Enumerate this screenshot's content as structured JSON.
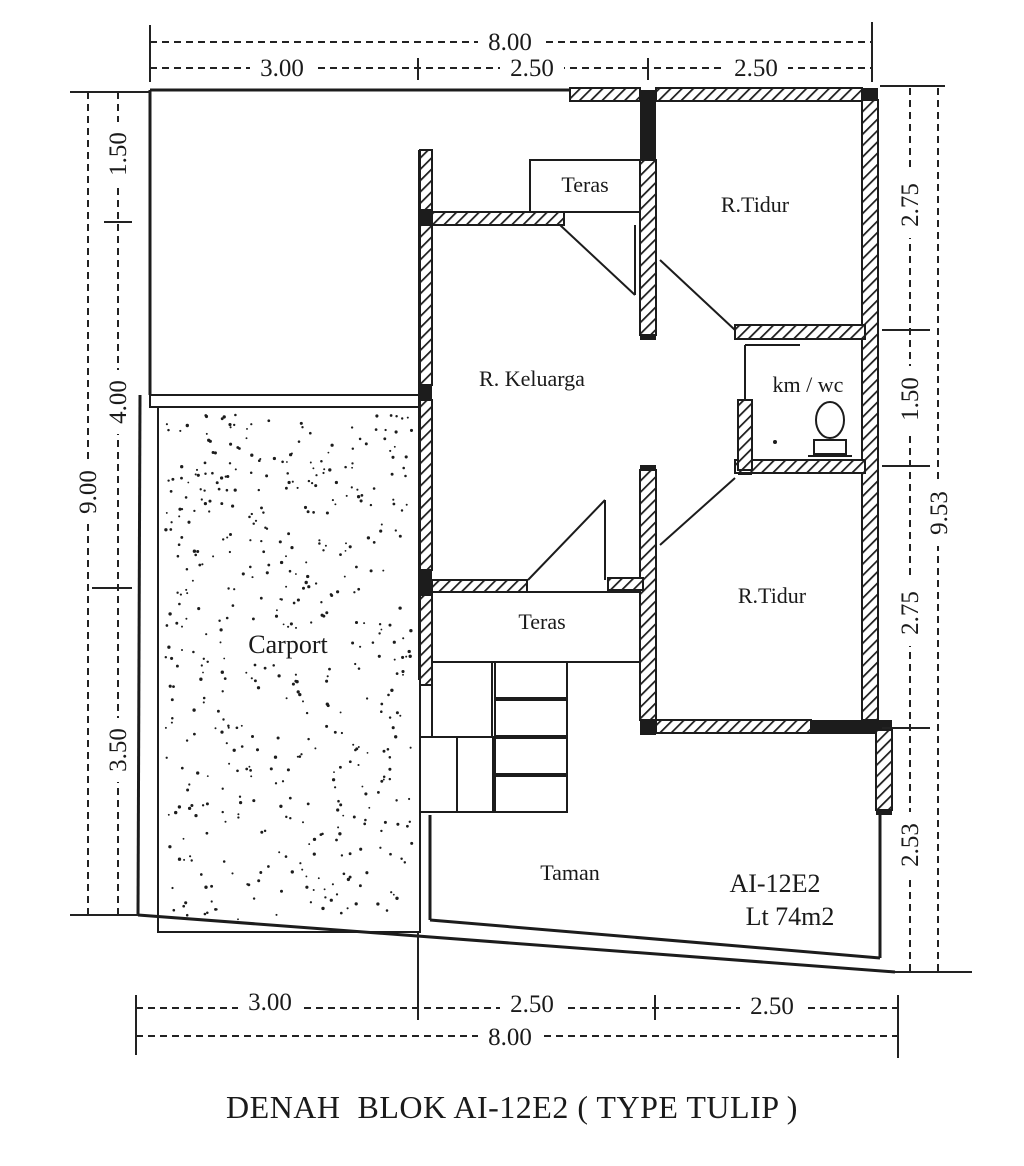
{
  "title": "DENAH  BLOK AI-12E2 ( TYPE TULIP )",
  "block_code": "AI-12E2",
  "land_area": "Lt 74m2",
  "rooms": {
    "teras_top": "Teras",
    "tidur_top": "R.Tidur",
    "keluarga": "R. Keluarga",
    "kmwc": "km / wc",
    "tidur_bottom": "R.Tidur",
    "teras_mid": "Teras",
    "carport": "Carport",
    "taman": "Taman"
  },
  "dimensions": {
    "top_total": "8.00",
    "top_seg1": "3.00",
    "top_seg2": "2.50",
    "top_seg3": "2.50",
    "bottom_seg1": "3.00",
    "bottom_seg2": "2.50",
    "bottom_seg3": "2.50",
    "bottom_total": "8.00",
    "left_total": "9.00",
    "left_seg1": "1.50",
    "left_seg2": "4.00",
    "left_seg3": "3.50",
    "right_seg1": "2.75",
    "right_seg2": "1.50",
    "right_seg3": "2.75",
    "right_seg4": "2.53",
    "right_total": "9.53"
  },
  "colors": {
    "ink": "#1c1c1c",
    "paper": "#ffffff"
  }
}
